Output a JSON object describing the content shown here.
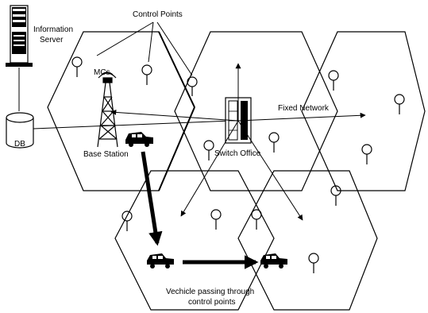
{
  "labels": {
    "control_points": "Control Points",
    "info_server_line1": "Information",
    "info_server_line2": "Server",
    "mcs": "MCs",
    "db": "DB",
    "base_station": "Base Station",
    "switch_office": "Switch Office",
    "fixed_network": "Fixed Network",
    "vehicle_line1": "Vechicle passing through",
    "vehicle_line2": "control points"
  }
}
